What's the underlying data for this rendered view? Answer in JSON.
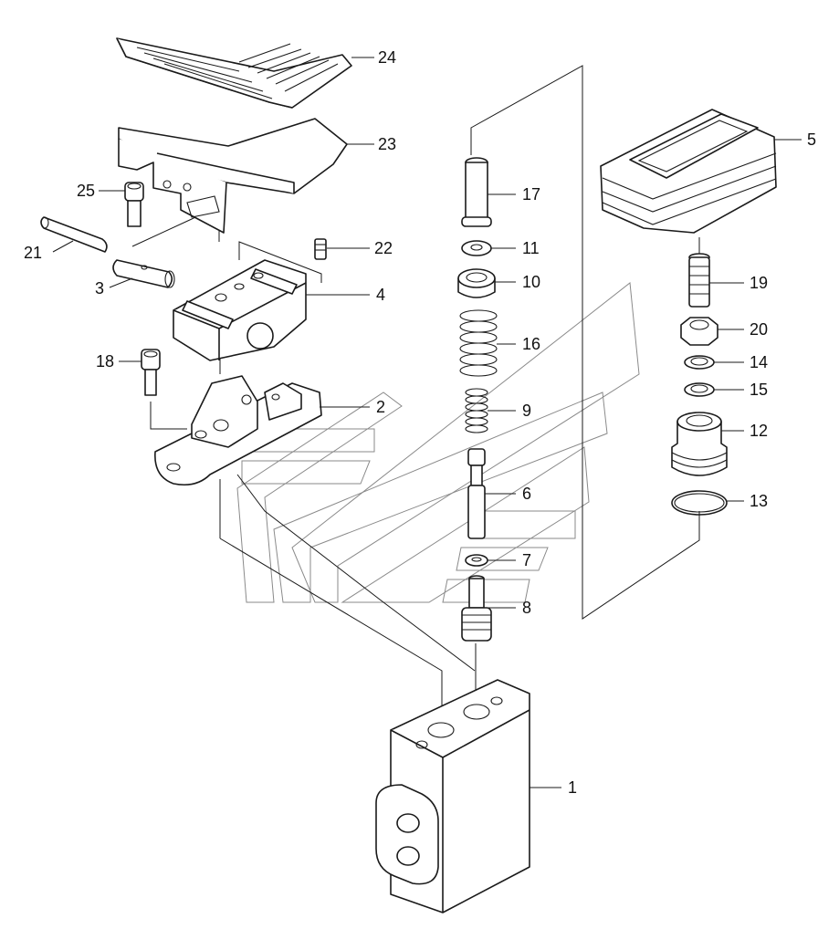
{
  "diagram": {
    "callouts": [
      {
        "id": "p24",
        "label": "24"
      },
      {
        "id": "p23",
        "label": "23"
      },
      {
        "id": "p25",
        "label": "25"
      },
      {
        "id": "p21",
        "label": "21"
      },
      {
        "id": "p3",
        "label": "3"
      },
      {
        "id": "p22",
        "label": "22"
      },
      {
        "id": "p4",
        "label": "4"
      },
      {
        "id": "p18",
        "label": "18"
      },
      {
        "id": "p2",
        "label": "2"
      },
      {
        "id": "p17",
        "label": "17"
      },
      {
        "id": "p11",
        "label": "11"
      },
      {
        "id": "p10",
        "label": "10"
      },
      {
        "id": "p16",
        "label": "16"
      },
      {
        "id": "p9",
        "label": "9"
      },
      {
        "id": "p6",
        "label": "6"
      },
      {
        "id": "p7",
        "label": "7"
      },
      {
        "id": "p8",
        "label": "8"
      },
      {
        "id": "p5",
        "label": "5"
      },
      {
        "id": "p19",
        "label": "19"
      },
      {
        "id": "p20",
        "label": "20"
      },
      {
        "id": "p14",
        "label": "14"
      },
      {
        "id": "p15",
        "label": "15"
      },
      {
        "id": "p12",
        "label": "12"
      },
      {
        "id": "p13",
        "label": "13"
      },
      {
        "id": "p1",
        "label": "1"
      }
    ]
  }
}
